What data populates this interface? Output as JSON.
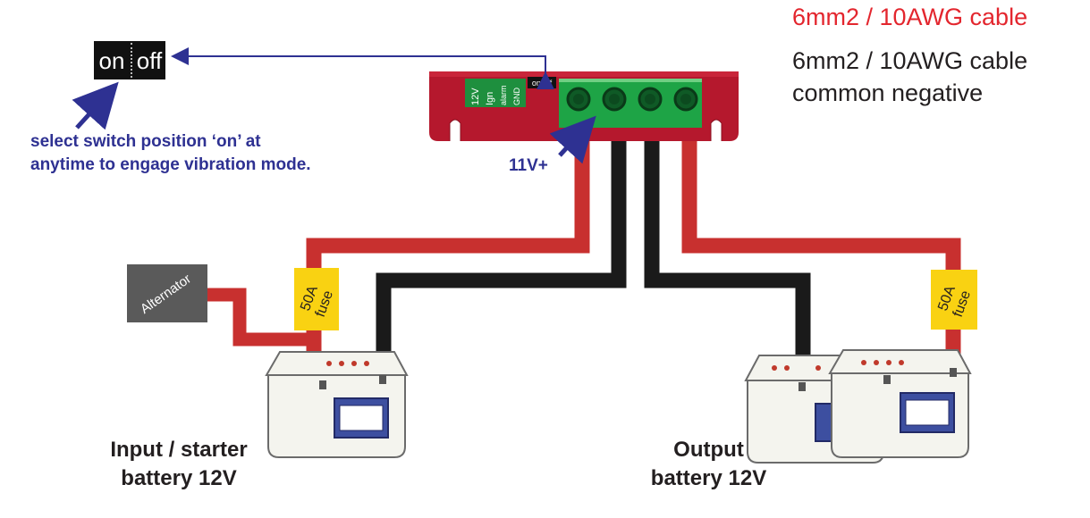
{
  "legend": {
    "red_cable": "6mm2 / 10AWG cable",
    "black_cable_line1": "6mm2 / 10AWG cable",
    "black_cable_line2": "common negative"
  },
  "switch": {
    "on_label": "on",
    "off_label": "off"
  },
  "switch_note": "select switch position ‘on’ at anytime to engage vibration mode.",
  "unit": {
    "terminals": [
      "12V",
      "Ign",
      "alarm",
      "GND"
    ],
    "mini_switch_label": "on off",
    "voltage_label": "11V+"
  },
  "alternator_label": "Alternator",
  "fuses": [
    {
      "line1": "50A",
      "line2": "fuse"
    },
    {
      "line1": "50A",
      "line2": "fuse"
    }
  ],
  "batteries": {
    "input_line1": "Input / starter",
    "input_line2": "battery 12V",
    "output_line1": "Output",
    "output_line2": "battery 12V"
  },
  "colors": {
    "red_cable": "#c8302f",
    "black_cable": "#1a1a1a",
    "unit_body": "#b5182d",
    "terminal_block": "#1ea446",
    "fuse": "#f9d212",
    "annotation": "#2e3192",
    "alternator": "#5a5a5a"
  }
}
